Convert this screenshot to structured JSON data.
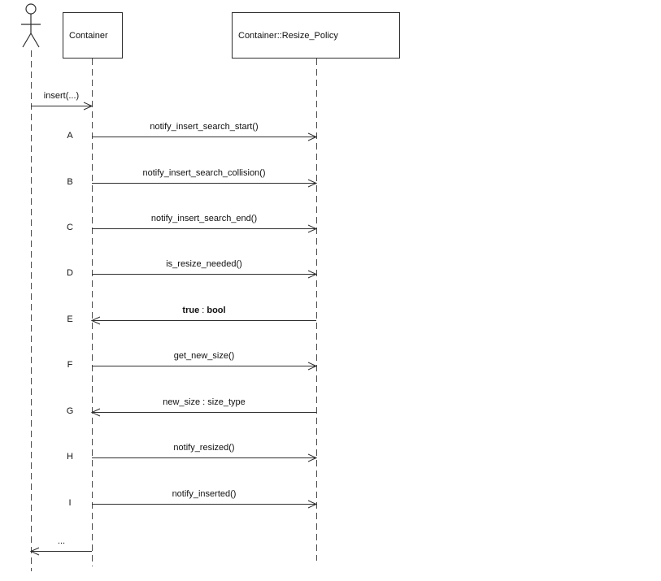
{
  "diagram": {
    "type": "uml-sequence",
    "background": "#ffffff",
    "line_color": "#2e2e2e",
    "lifeline_color": "#4d4d4d",
    "text_color": "#111111",
    "actor": {
      "id": "actor"
    },
    "objects": [
      {
        "id": "container",
        "label": "Container"
      },
      {
        "id": "policy",
        "label": "Container::Resize_Policy"
      }
    ],
    "messages": [
      {
        "seq": "",
        "label": "insert(...)",
        "from": "actor",
        "to": "container"
      },
      {
        "seq": "A",
        "label": "notify_insert_search_start()",
        "from": "container",
        "to": "policy"
      },
      {
        "seq": "B",
        "label": "notify_insert_search_collision()",
        "from": "container",
        "to": "policy"
      },
      {
        "seq": "C",
        "label": "notify_insert_search_end()",
        "from": "container",
        "to": "policy"
      },
      {
        "seq": "D",
        "label": "is_resize_needed()",
        "from": "container",
        "to": "policy"
      },
      {
        "seq": "E",
        "label": "true : bool",
        "bold_parts": [
          "true",
          "bool"
        ],
        "separator": " : ",
        "from": "policy",
        "to": "container"
      },
      {
        "seq": "F",
        "label": "get_new_size()",
        "from": "container",
        "to": "policy"
      },
      {
        "seq": "G",
        "label": "new_size : size_type",
        "from": "policy",
        "to": "container"
      },
      {
        "seq": "H",
        "label": "notify_resized()",
        "from": "container",
        "to": "policy"
      },
      {
        "seq": "I",
        "label": "notify_inserted()",
        "from": "container",
        "to": "policy"
      },
      {
        "seq": "",
        "label": "...",
        "from": "container",
        "to": "actor"
      }
    ]
  }
}
